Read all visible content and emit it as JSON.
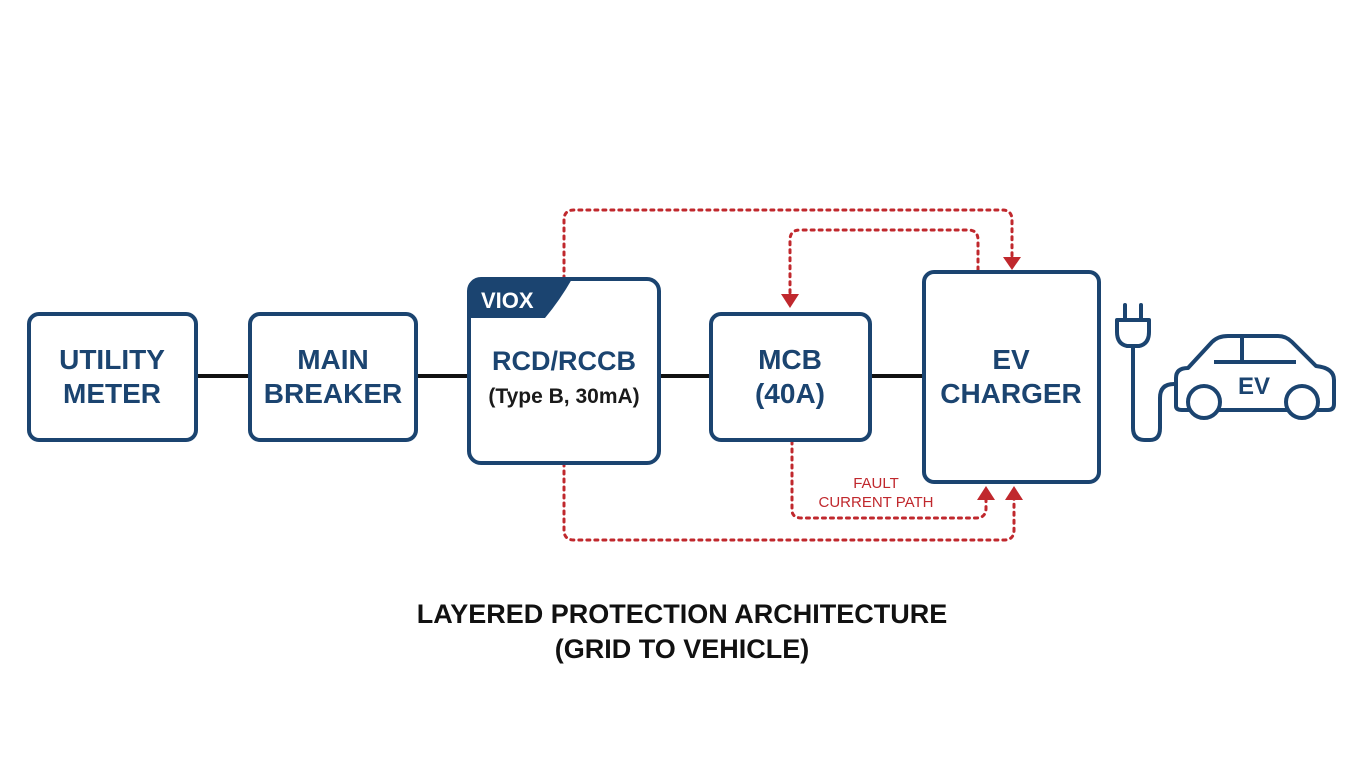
{
  "diagram": {
    "blocks": [
      {
        "id": "utility-meter",
        "lines": [
          "UTILITY",
          "METER"
        ]
      },
      {
        "id": "main-breaker",
        "lines": [
          "MAIN",
          "BREAKER"
        ]
      },
      {
        "id": "rcd-rccb",
        "lines": [
          "RCD/RCCB"
        ],
        "sub": "(Type B, 30mA)"
      },
      {
        "id": "mcb",
        "lines": [
          "MCB",
          "(40A)"
        ]
      },
      {
        "id": "ev-charger",
        "lines": [
          "EV",
          "CHARGER"
        ]
      }
    ],
    "logo": "VIOX",
    "vehicle_label": "EV",
    "fault_label": [
      "FAULT",
      "CURRENT PATH"
    ],
    "caption": [
      "LAYERED PROTECTION ARCHITECTURE",
      "(GRID TO VEHICLE)"
    ]
  },
  "colors": {
    "box_stroke": "#1b4470",
    "box_text": "#1b4470",
    "wire": "#111111",
    "fault": "#c0282d",
    "logo_bg": "#1b4470"
  },
  "icons": [
    "plug-icon",
    "car-icon",
    "arrow-head-icon"
  ]
}
